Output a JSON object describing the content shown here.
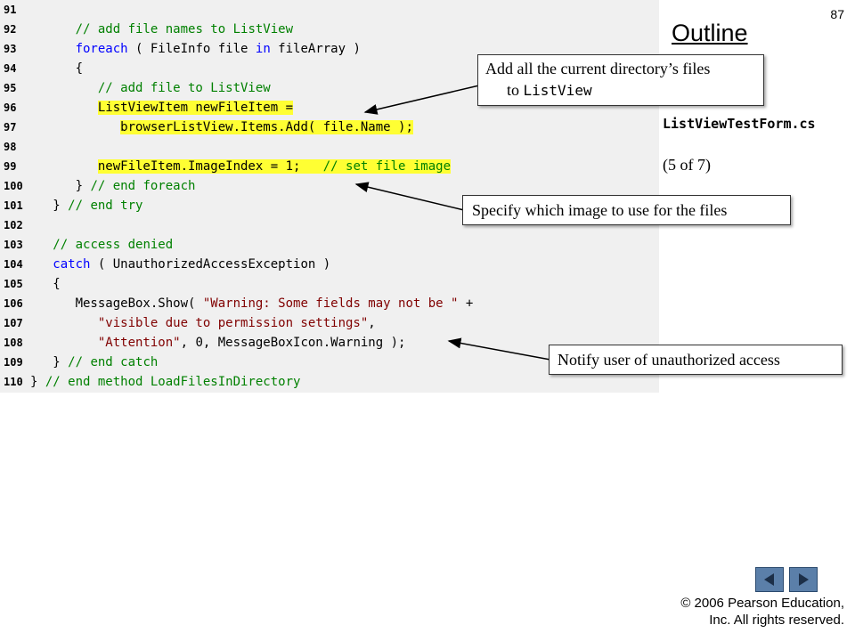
{
  "slide": {
    "page_number": "87",
    "outline_title": "Outline",
    "file_name": "ListViewTestForm.cs",
    "page_range": "(5 of 7)",
    "copyright_line1": "© 2006 Pearson Education,",
    "copyright_line2": "Inc.  All rights reserved."
  },
  "code": {
    "lines": [
      {
        "num": "91",
        "segments": []
      },
      {
        "num": "92",
        "segments": [
          {
            "t": "      "
          },
          {
            "t": "// add file names to ListView",
            "c": "cm"
          }
        ]
      },
      {
        "num": "93",
        "segments": [
          {
            "t": "      "
          },
          {
            "t": "foreach",
            "c": "kw"
          },
          {
            "t": " ( FileInfo file "
          },
          {
            "t": "in",
            "c": "kw"
          },
          {
            "t": " fileArray )"
          }
        ]
      },
      {
        "num": "94",
        "segments": [
          {
            "t": "      {"
          }
        ]
      },
      {
        "num": "95",
        "segments": [
          {
            "t": "         "
          },
          {
            "t": "// add file to ListView",
            "c": "cm"
          }
        ]
      },
      {
        "num": "96",
        "segments": [
          {
            "t": "         "
          },
          {
            "t": "ListViewItem newFileItem =",
            "hl": true
          }
        ]
      },
      {
        "num": "97",
        "segments": [
          {
            "t": "            "
          },
          {
            "t": "browserListView.Items.Add( file.Name );",
            "hl": true
          }
        ]
      },
      {
        "num": "98",
        "segments": []
      },
      {
        "num": "99",
        "segments": [
          {
            "t": "         "
          },
          {
            "t": "newFileItem.ImageIndex = ",
            "hl": true
          },
          {
            "t": "1",
            "hl": true,
            "c": "nm"
          },
          {
            "t": ";   ",
            "hl": true
          },
          {
            "t": "// set file image",
            "hl": true,
            "c": "cm"
          }
        ]
      },
      {
        "num": "100",
        "segments": [
          {
            "t": "      } "
          },
          {
            "t": "// end foreach",
            "c": "cm"
          }
        ]
      },
      {
        "num": "101",
        "segments": [
          {
            "t": "   } "
          },
          {
            "t": "// end try",
            "c": "cm"
          }
        ]
      },
      {
        "num": "102",
        "segments": []
      },
      {
        "num": "103",
        "segments": [
          {
            "t": "   "
          },
          {
            "t": "// access denied",
            "c": "cm"
          }
        ]
      },
      {
        "num": "104",
        "segments": [
          {
            "t": "   "
          },
          {
            "t": "catch",
            "c": "kw"
          },
          {
            "t": " ( UnauthorizedAccessException )"
          }
        ]
      },
      {
        "num": "105",
        "segments": [
          {
            "t": "   {"
          }
        ]
      },
      {
        "num": "106",
        "segments": [
          {
            "t": "      MessageBox.Show( "
          },
          {
            "t": "\"Warning: Some fields may not be \"",
            "c": "st"
          },
          {
            "t": " +"
          }
        ]
      },
      {
        "num": "107",
        "segments": [
          {
            "t": "         "
          },
          {
            "t": "\"visible due to permission settings\"",
            "c": "st"
          },
          {
            "t": ","
          }
        ]
      },
      {
        "num": "108",
        "segments": [
          {
            "t": "         "
          },
          {
            "t": "\"Attention\"",
            "c": "st"
          },
          {
            "t": ", "
          },
          {
            "t": "0",
            "c": "nm"
          },
          {
            "t": ", MessageBoxIcon.Warning );"
          }
        ]
      },
      {
        "num": "109",
        "segments": [
          {
            "t": "   } "
          },
          {
            "t": "// end catch",
            "c": "cm"
          }
        ]
      },
      {
        "num": "110",
        "segments": [
          {
            "t": "} "
          },
          {
            "t": "// end method LoadFilesInDirectory",
            "c": "cm"
          }
        ]
      }
    ]
  },
  "callouts": {
    "add_files_text": "Add all the current directory’s files",
    "add_files_to": "to ",
    "add_files_code": "ListView",
    "image_text": "Specify which image to use for the files",
    "notify_text": "Notify user of unauthorized access"
  },
  "nav": {
    "prev_icon": "triangle-left-icon",
    "next_icon": "triangle-right-icon"
  },
  "colors": {
    "code_background": "#f0f0f0",
    "highlight": "#ffff33",
    "keyword": "#0000ff",
    "comment": "#008000",
    "string": "#800000",
    "nav_button": "#5b7fa9"
  }
}
